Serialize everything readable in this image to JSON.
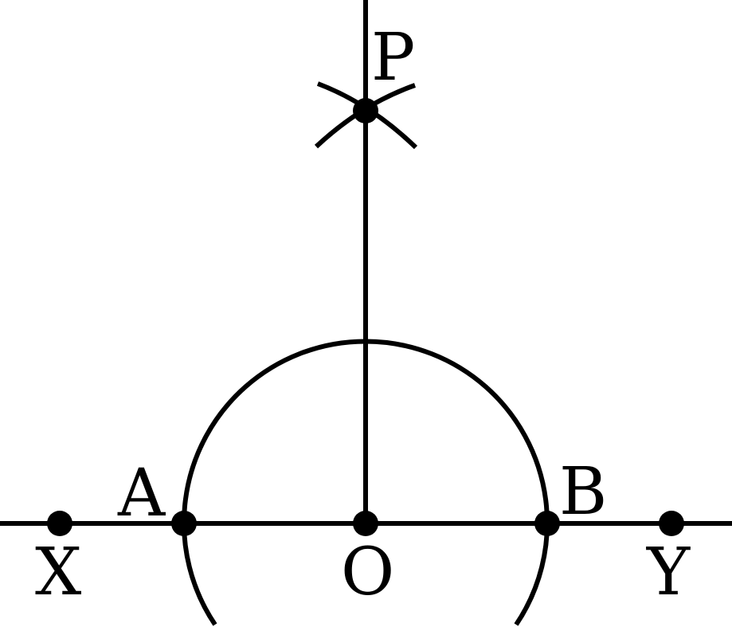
{
  "colors": {
    "stroke": "#000000",
    "background": "#ffffff"
  },
  "points": {
    "X": {
      "label": "X"
    },
    "A": {
      "label": "A"
    },
    "O": {
      "label": "O"
    },
    "B": {
      "label": "B"
    },
    "Y": {
      "label": "Y"
    },
    "P": {
      "label": "P"
    }
  }
}
